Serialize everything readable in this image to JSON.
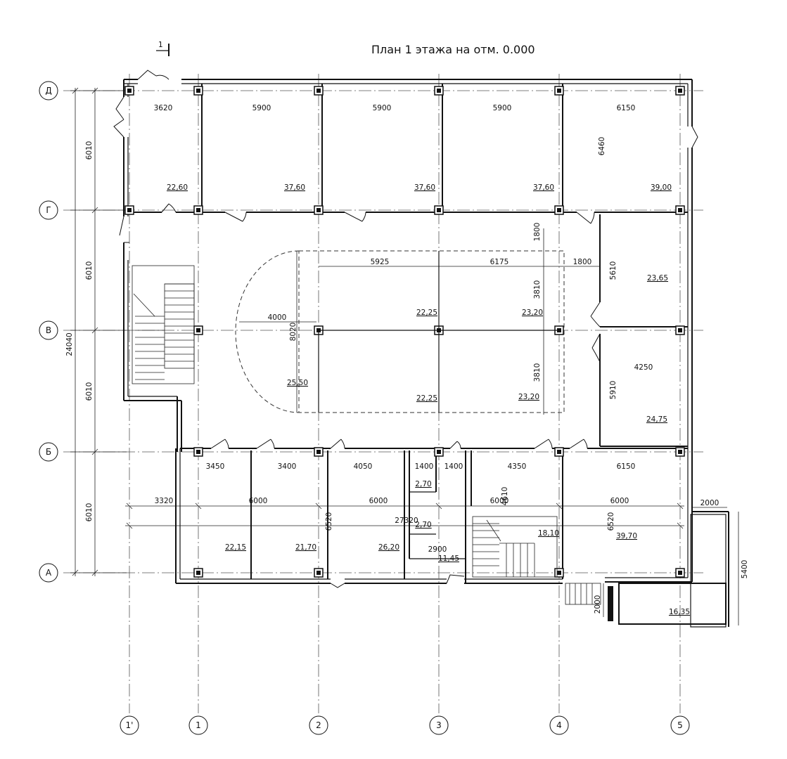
{
  "title": "План 1 этажа на отм. 0.000",
  "section_mark": "1",
  "axes_rows": [
    "Д",
    "Г",
    "В",
    "Б",
    "А"
  ],
  "axes_cols": [
    "1'",
    "1",
    "2",
    "3",
    "4",
    "5"
  ],
  "dims": {
    "left_total": "24040",
    "left_segments": [
      "6010",
      "6010",
      "6010",
      "6010"
    ],
    "bottom_segments": [
      "3320",
      "6000",
      "6000",
      "6000",
      "6000"
    ],
    "bottom_total": "27320",
    "top_row": [
      "3620",
      "5900",
      "5900",
      "5900",
      "6150"
    ],
    "top_right_height": "6460",
    "hall_1800_v": "1800",
    "hall_1800_h": "1800",
    "hall_5925": "5925",
    "hall_6175": "6175",
    "hall_3810_a": "3810",
    "hall_3810_b": "3810",
    "hall_4000": "4000",
    "hall_8020": "8020",
    "right_5610": "5610",
    "right_4250": "4250",
    "right_5910": "5910",
    "bottom_row": [
      "3450",
      "3400",
      "4050",
      "1400",
      "1400",
      "4350",
      "6150"
    ],
    "bottom_6520_a": "6520",
    "bottom_6520_b": "6520",
    "bottom_4610": "4610",
    "bottom_2900": "2900",
    "porch_2000": "2000",
    "porch_5400": "5400",
    "porch_2000_v": "2000"
  },
  "areas": {
    "r_top1": "22,60",
    "r_top2": "37,60",
    "r_top3": "37,60",
    "r_top4": "37,60",
    "r_top5": "39,00",
    "hall_a": "22,25",
    "hall_b": "23,20",
    "hall_c": "25,50",
    "hall_d": "22,25",
    "hall_e": "23,20",
    "r_right1": "23,65",
    "r_right2": "24,75",
    "r_bot1": "22,15",
    "r_bot2": "21,70",
    "r_bot3": "26,20",
    "wc1": "2,70",
    "wc2": "2,70",
    "corr": "11,45",
    "stair2": "18,10",
    "r_bot5": "39,70",
    "porch": "16,35"
  }
}
